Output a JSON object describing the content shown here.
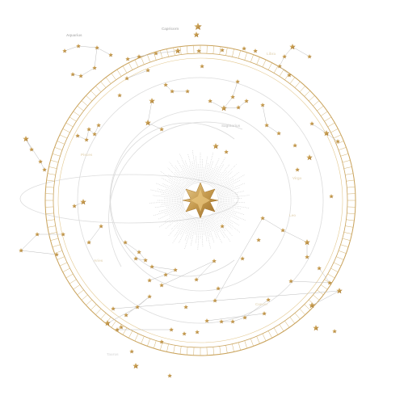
{
  "labels": {
    "top": "Capricorn",
    "top_left": "Aquarius",
    "inner": "Sagittarius",
    "left": "Pisces",
    "lower_left": "Aries",
    "upper_right": "Libra",
    "right": "Virgo",
    "right_lower": "Leo",
    "bottom_right": "Cancer",
    "bottom_left": "Taurus"
  },
  "colors": {
    "gold": "#c9a25a",
    "gold_dark": "#a8782f",
    "gold_light": "#e3c88f",
    "orbit": "#d9d9d9",
    "label": "#b9b9b9"
  },
  "icons": {
    "center": "eight-point-star-icon",
    "star": "five-point-star-icon"
  }
}
